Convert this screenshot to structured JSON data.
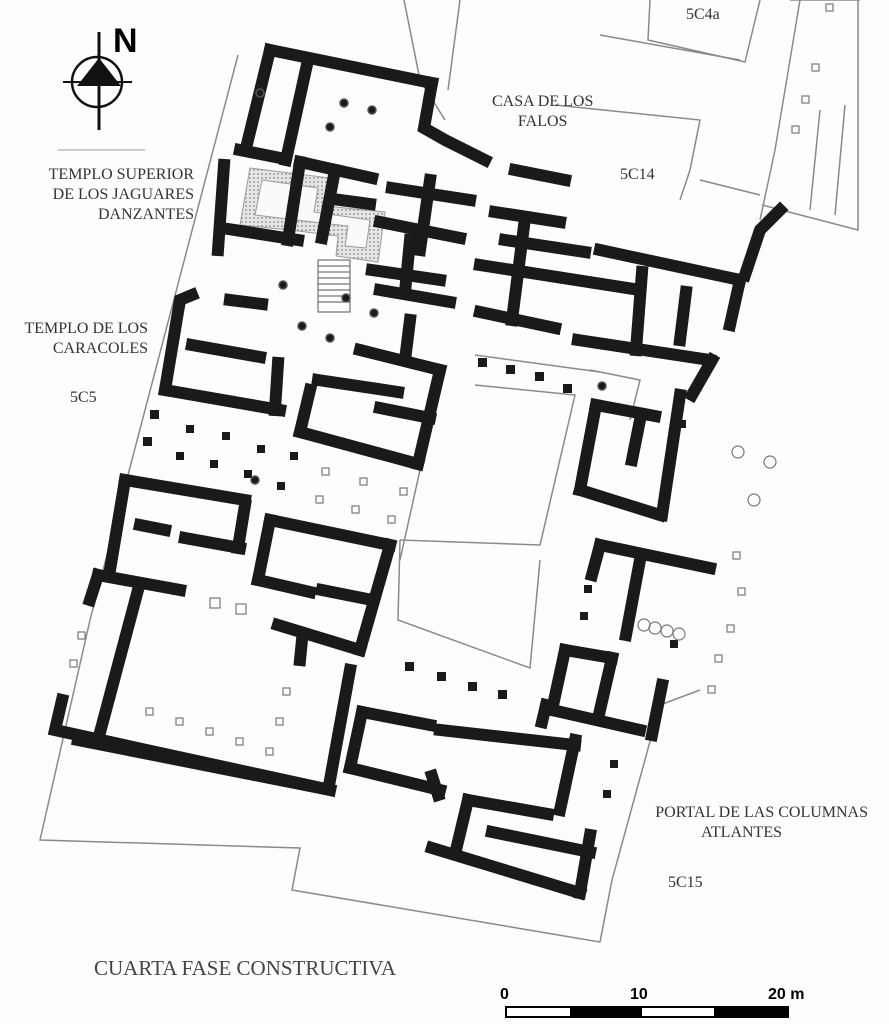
{
  "map": {
    "title": "CUARTA FASE CONSTRUCTIVA",
    "north_label": "N",
    "labels": {
      "l1_line1": "5C4a",
      "l2_line1": "CASA DE LOS",
      "l2_line2": "FALOS",
      "l3_line1": "5C14",
      "l4_line1": "TEMPLO SUPERIOR",
      "l4_line2": "DE LOS JAGUARES",
      "l4_line3": "DANZANTES",
      "l5_line1": "TEMPLO DE  LOS",
      "l5_line2": "CARACOLES",
      "l6_line1": "5C5",
      "l7_line1": "PORTAL  DE  LAS COLUMNAS",
      "l7_line2": "ATLANTES",
      "l8_line1": "5C15"
    },
    "scale_bar": {
      "tick_0": "0",
      "tick_10": "10",
      "tick_20": "20 m"
    },
    "colors": {
      "wall": "#1a1a1a",
      "outline": "#8a8a8a",
      "hatch": "#b0b0b0"
    }
  }
}
